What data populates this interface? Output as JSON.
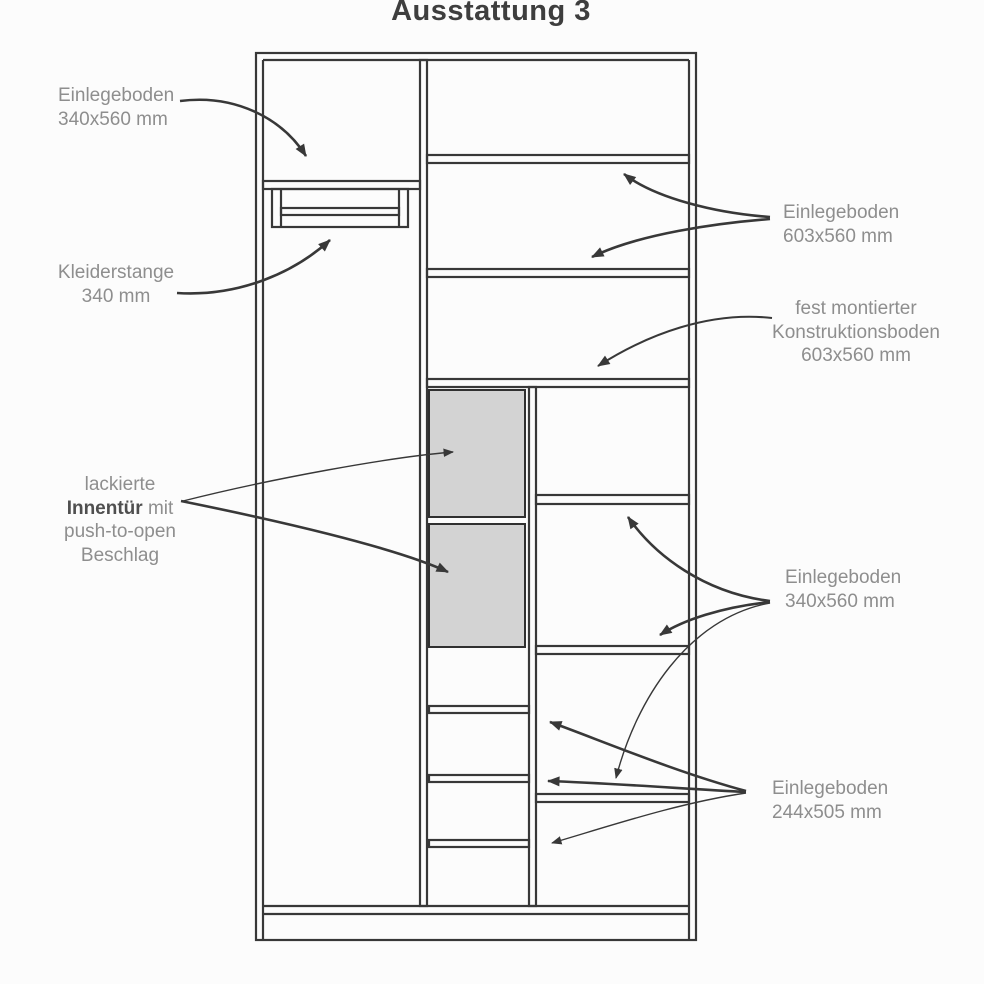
{
  "title": "Ausstattung 3",
  "labels": {
    "shelf_left": {
      "name": "Einlegeboden",
      "size": "340x560 mm"
    },
    "rod": {
      "name": "Kleiderstange",
      "size": "340 mm"
    },
    "inner_door": {
      "line1": "lackierte",
      "line2_bold": "Innentür",
      "line2_rest": " mit",
      "line3": "push-to-open",
      "line4": "Beschlag"
    },
    "shelf_603": {
      "name": "Einlegeboden",
      "size": "603x560 mm"
    },
    "konstruktionsboden": {
      "line1": "fest montierter",
      "line2": "Konstruktionsboden",
      "line3": "603x560 mm"
    },
    "shelf_340_right": {
      "name": "Einlegeboden",
      "size": "340x560 mm"
    },
    "shelf_244": {
      "name": "Einlegeboden",
      "size": "244x505 mm"
    }
  },
  "colors": {
    "line": "#383838",
    "label_text": "#8e8e8e",
    "title_text": "#3e3e3e",
    "door_fill": "#d3d3d3",
    "background": "#fcfcfc"
  }
}
